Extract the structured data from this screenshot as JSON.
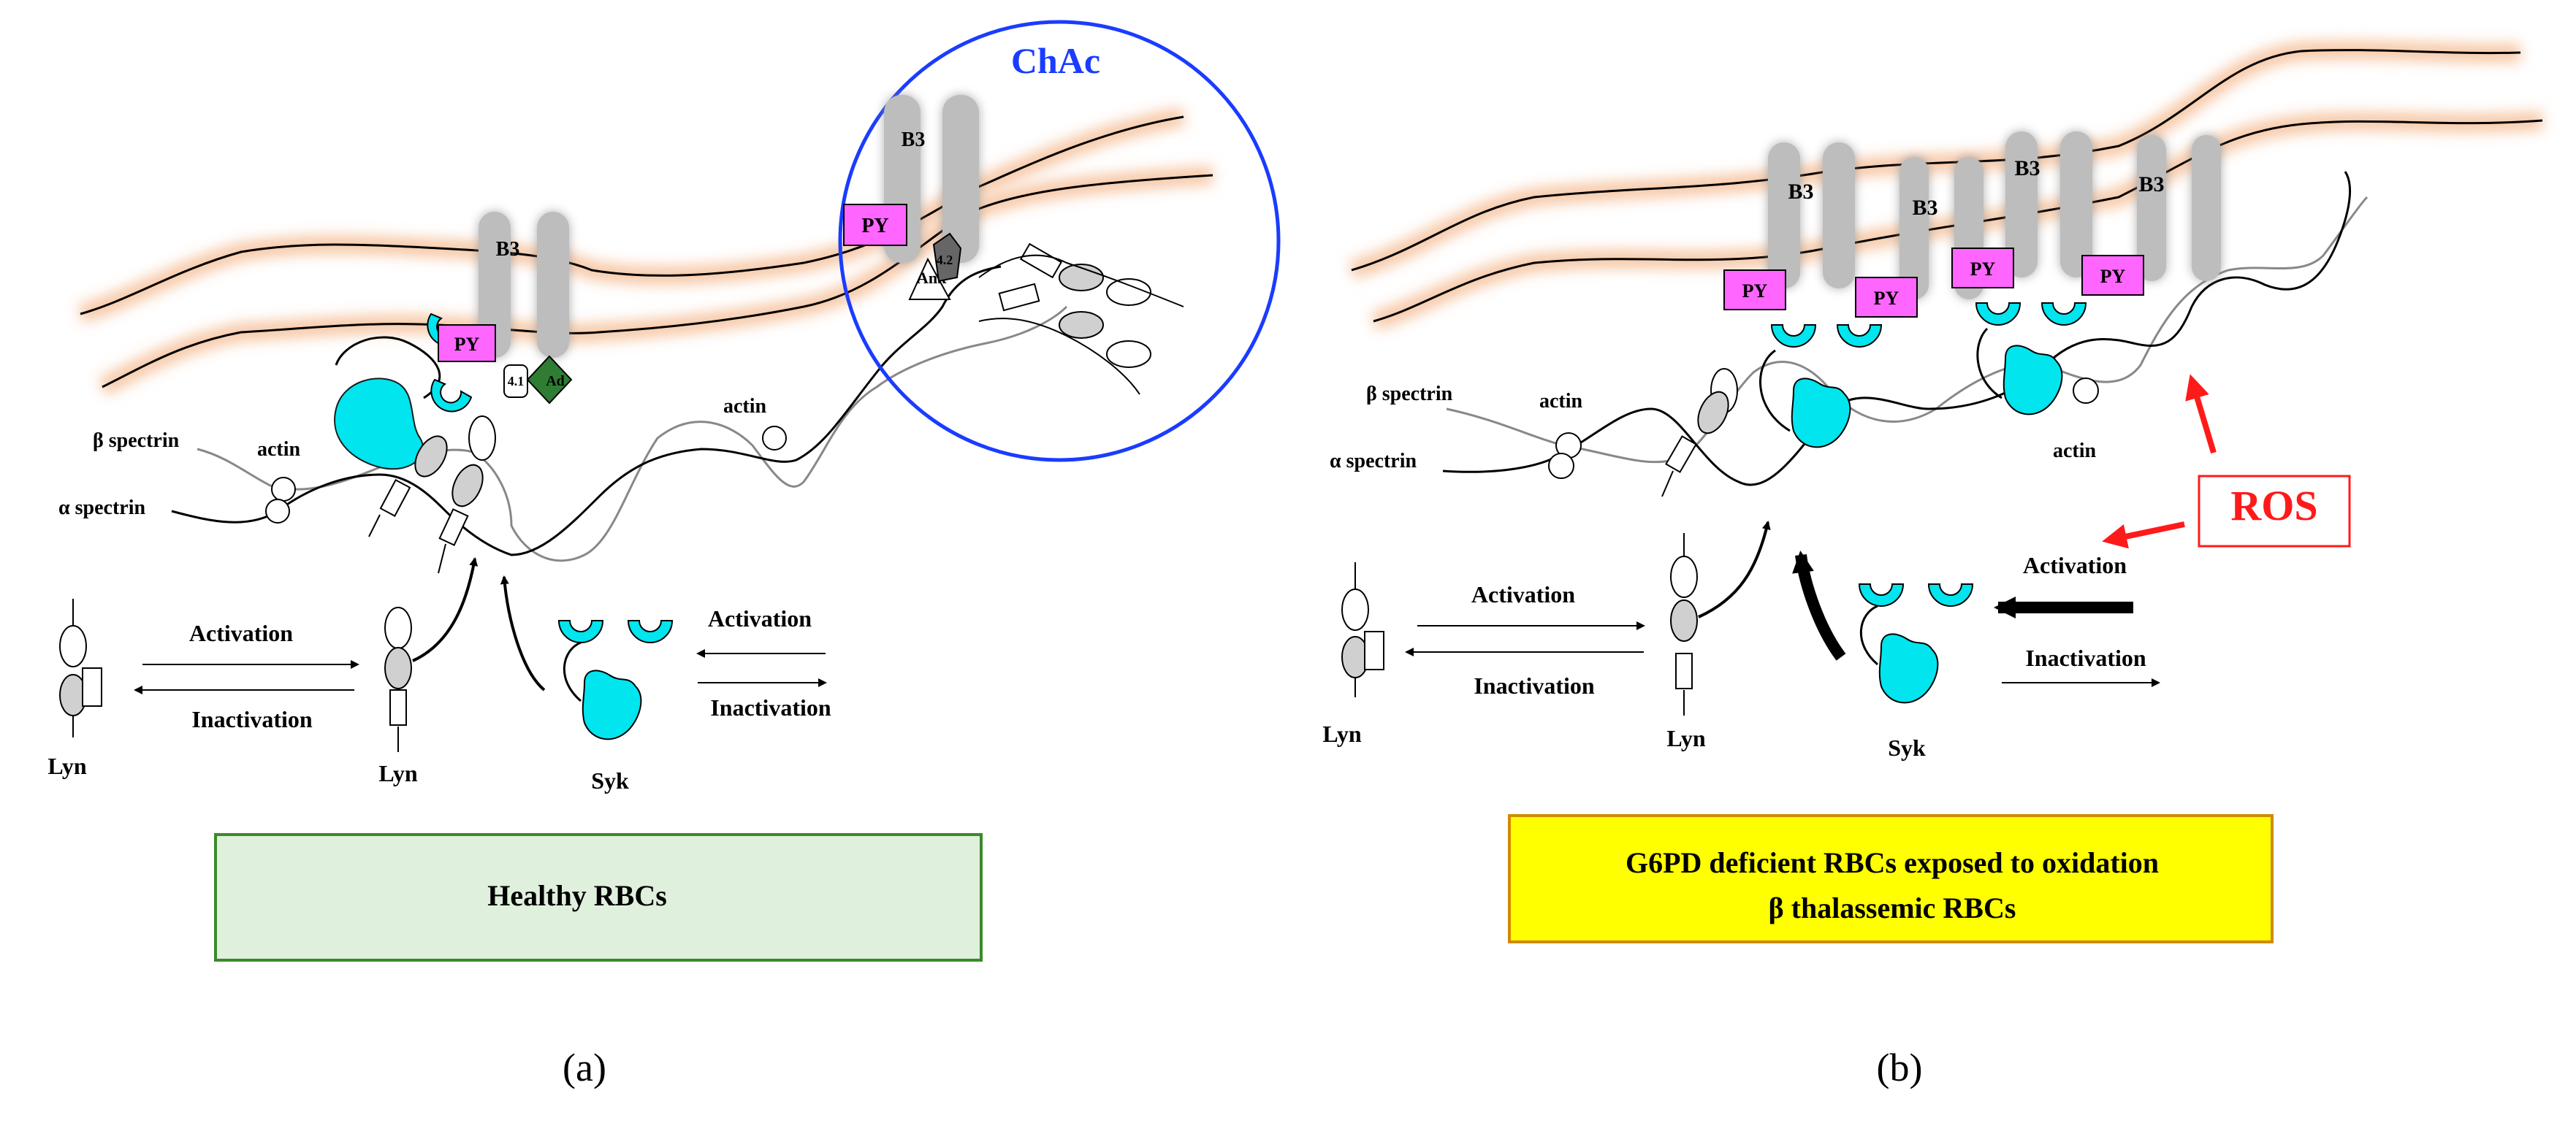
{
  "panel_a": {
    "membrane_protein": "B3",
    "phospho_tag": "PY",
    "protein_4_1": "4.1",
    "adducin": "Ad",
    "beta_spectrin": "β spectrin",
    "alpha_spectrin": "α spectrin",
    "actin_1": "actin",
    "actin_2": "actin",
    "activation": "Activation",
    "inactivation": "Inactivation",
    "activation_right": "Activation",
    "inactivation_right": "Inactivation",
    "lyn_left": "Lyn",
    "lyn_right": "Lyn",
    "syk": "Syk",
    "inset_title": "ChAc",
    "inset_b3": "B3",
    "inset_py": "PY",
    "inset_ank": "Ank",
    "inset_4_2": "4.2",
    "caption_box": "Healthy RBCs",
    "label": "(a)"
  },
  "panel_b": {
    "membrane_protein_1": "B3",
    "membrane_protein_2": "B3",
    "membrane_protein_3": "B3",
    "membrane_protein_4": "B3",
    "py_1": "PY",
    "py_2": "PY",
    "py_3": "PY",
    "py_4": "PY",
    "beta_spectrin": "β spectrin",
    "alpha_spectrin": "α spectrin",
    "actin_1": "actin",
    "actin_2": "actin",
    "activation": "Activation",
    "inactivation": "Inactivation",
    "activation_right": "Activation",
    "inactivation_right": "Inactivation",
    "lyn_left": "Lyn",
    "lyn_right": "Lyn",
    "syk": "Syk",
    "ros": "ROS",
    "caption_line_1": "G6PD deficient RBCs exposed to oxidation",
    "caption_line_2": "β thalassemic RBCs",
    "label": "(b)"
  },
  "colors": {
    "membrane_glow": "#f7c9a8",
    "band3": "#bdbdbd",
    "phospho": "#ff66ff",
    "syk": "#00e5ee",
    "adducin": "#2e7d32",
    "chac_circle": "#1a3cff",
    "ros": "#ff1a1a",
    "healthy_box_fill": "#dff0dc",
    "healthy_box_border": "#3a8a2a",
    "disease_box_fill": "#ffff00",
    "disease_box_border": "#d08a00"
  }
}
